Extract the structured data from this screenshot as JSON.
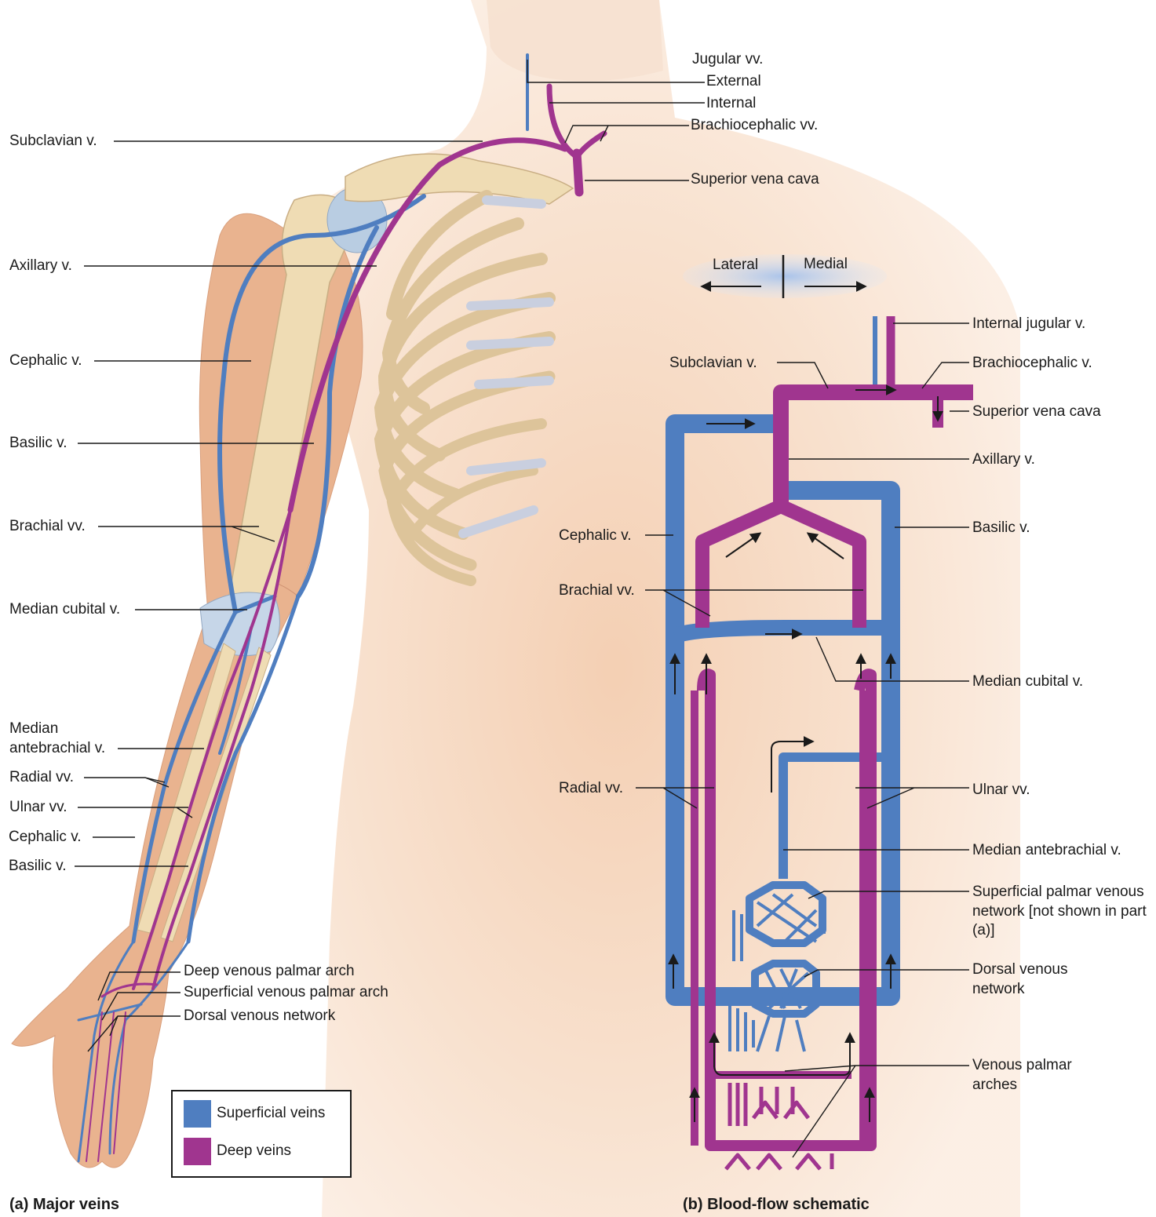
{
  "colors": {
    "superficial": "#4f7ec0",
    "deep": "#a0358f",
    "skin": "#f3d4bc",
    "bone": "#eedcb6",
    "cartilage": "#c9cfdf",
    "leader": "#1a1a1a"
  },
  "part_a": {
    "caption": "(a) Major veins",
    "labels": {
      "jugular": "Jugular vv.",
      "external": "External",
      "internal": "Internal",
      "brachiocephalic": "Brachiocephalic vv.",
      "svc": "Superior vena cava",
      "subclavian": "Subclavian v.",
      "axillary": "Axillary v.",
      "cephalic": "Cephalic v.",
      "basilic": "Basilic v.",
      "brachial": "Brachial vv.",
      "median_cubital": "Median cubital v.",
      "median_antebrachial": "Median antebrachial v.",
      "radial": "Radial vv.",
      "ulnar": "Ulnar vv.",
      "cephalic_forearm": "Cephalic v.",
      "basilic_forearm": "Basilic v.",
      "deep_arch": "Deep venous palmar arch",
      "superficial_arch": "Superficial venous palmar arch",
      "dorsal_network": "Dorsal venous network"
    },
    "legend": {
      "superficial": "Superficial veins",
      "deep": "Deep veins"
    }
  },
  "part_b": {
    "caption": "(b) Blood-flow schematic",
    "orientation": {
      "lateral": "Lateral",
      "medial": "Medial"
    },
    "labels": {
      "internal_jugular": "Internal jugular v.",
      "subclavian": "Subclavian v.",
      "brachiocephalic": "Brachiocephalic v.",
      "svc": "Superior vena cava",
      "axillary": "Axillary v.",
      "cephalic": "Cephalic v.",
      "basilic": "Basilic v.",
      "brachial": "Brachial vv.",
      "median_cubital": "Median cubital v.",
      "radial": "Radial vv.",
      "ulnar": "Ulnar vv.",
      "median_antebrachial": "Median antebrachial v.",
      "superficial_palmar": "Superficial palmar venous network [not shown in part (a)]",
      "dorsal_network": "Dorsal venous network",
      "palmar_arches": "Venous palmar arches"
    }
  }
}
